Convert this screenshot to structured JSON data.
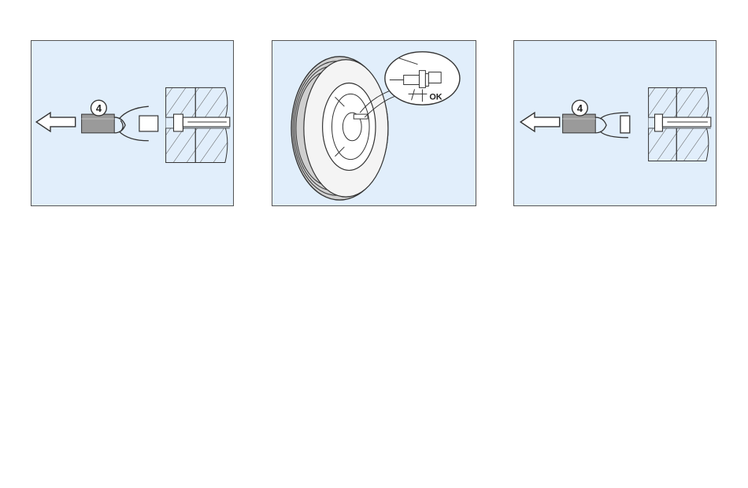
{
  "figure": {
    "panels": [
      {
        "id": "remove-adapter",
        "part_number": "4"
      },
      {
        "id": "check-valve",
        "status_label": "OK"
      },
      {
        "id": "remove-adapter-final",
        "part_number": "4"
      }
    ]
  },
  "colors": {
    "panel_background": "#e1eefb",
    "panel_border": "#555555",
    "line": "#333333",
    "part_fill": "#9a9a9a"
  }
}
